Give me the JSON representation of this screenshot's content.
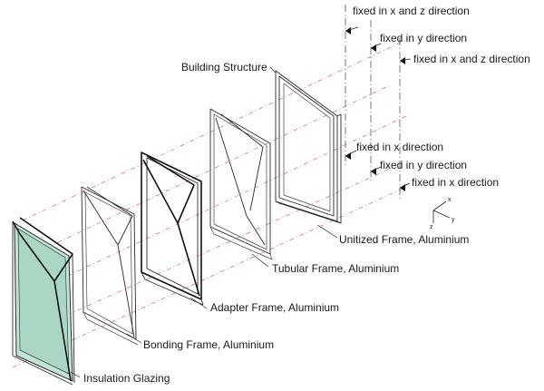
{
  "labels": {
    "building_structure": "Building Structure",
    "unitized_frame": "Unitized Frame, Aluminium",
    "tubular_frame": "Tubular Frame, Aluminium",
    "adapter_frame": "Adapter Frame, Aluminium",
    "bonding_frame": "Bonding Frame, Aluminium",
    "insulation_glazing": "Insulation Glazing"
  },
  "constraints_top": [
    "fixed in x and z direction",
    "fixed in y direction",
    "fixed in x and z direction"
  ],
  "constraints_bottom": [
    "fixed in x direction",
    "fixed in y direction",
    "fixed in x direction"
  ],
  "axes": {
    "x": "x",
    "y": "y",
    "z": "z"
  },
  "colors": {
    "glass": "#bfe3d3",
    "dashed_projection": "#d9777d",
    "lines": "#222222"
  }
}
